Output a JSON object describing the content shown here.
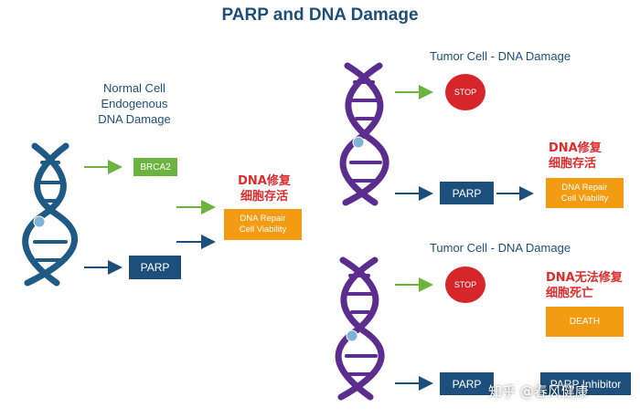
{
  "title": "PARP and DNA Damage",
  "normal": {
    "label_lines": [
      "Normal Cell",
      "Endogenous",
      "DNA Damage"
    ],
    "brca2": "BRCA2",
    "parp": "PARP",
    "result_cn_lines": [
      "DNA修复",
      "细胞存活"
    ],
    "result_box_lines": [
      "DNA Repair",
      "Cell Viability"
    ]
  },
  "tumor1": {
    "label": "Tumor Cell - DNA Damage",
    "stop": "STOP",
    "parp": "PARP",
    "result_cn_lines": [
      "DNA修复",
      "细胞存活"
    ],
    "result_box_lines": [
      "DNA Repair",
      "Cell Viability"
    ]
  },
  "tumor2": {
    "label": "Tumor Cell - DNA Damage",
    "stop": "STOP",
    "parp": "PARP",
    "inhibitor": "PARP Inhibitor",
    "result_cn_lines": [
      "DNA无法修复",
      "细胞死亡"
    ],
    "result_box": "DEATH"
  },
  "watermark": "知乎 @春风健康",
  "colors": {
    "title": "#1f4e79",
    "dna_normal": "#1f5a85",
    "dna_tumor": "#5b2d8e",
    "green_box": "#6db33f",
    "navy_box": "#1c4f7c",
    "orange_box": "#f39c12",
    "stop": "#d7262b",
    "red_text": "#e02b2b"
  }
}
